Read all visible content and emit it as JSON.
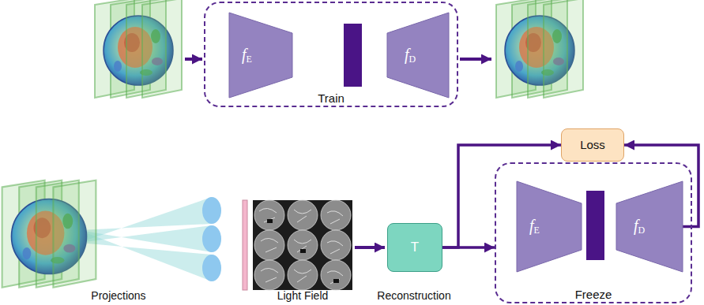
{
  "diagram": {
    "nodes": [
      {
        "text": [
          "Train"
        ]
      },
      {
        "text": [
          "fE"
        ],
        "in": 0
      },
      {
        "text": [
          "fD"
        ],
        "in": 0
      },
      {
        "text": [
          "Loss"
        ]
      },
      {
        "text": [
          "T"
        ]
      },
      {
        "text": [
          "Freeze"
        ]
      },
      {
        "text": [
          "fE"
        ],
        "in": 5
      },
      {
        "text": [
          "fD"
        ],
        "in": 5
      }
    ],
    "edges": [
      {
        "from": 4,
        "to": 5,
        "arrow": "to"
      },
      {
        "from": 4,
        "to": 3,
        "arrow": "to"
      },
      {
        "from": 7,
        "to": 3,
        "arrow": "to"
      }
    ],
    "labels": [
      "Projections",
      "Light Field",
      "Reconstruction"
    ]
  }
}
